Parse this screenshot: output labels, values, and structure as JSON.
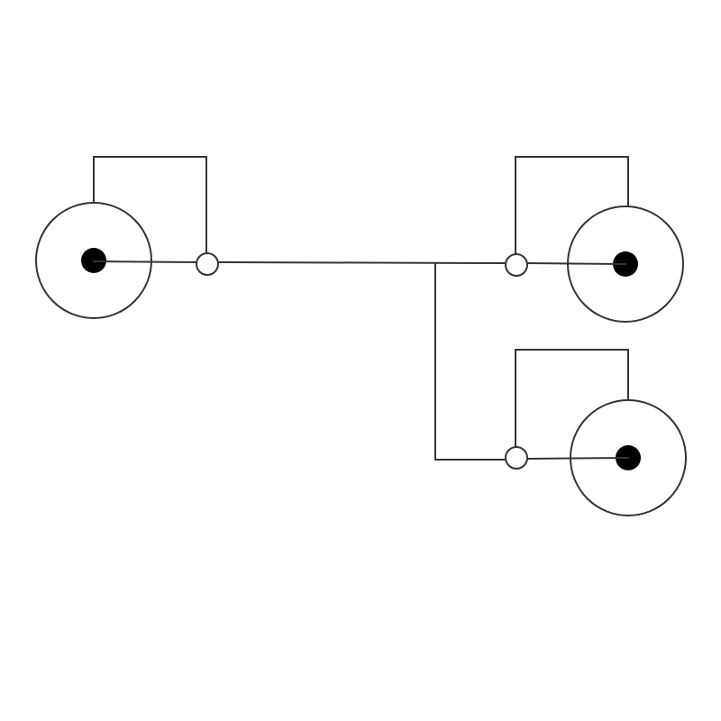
{
  "diagram": {
    "kind": "cable-wiring-schematic",
    "connector_icon": "rca-jack-icon",
    "node_icon": "contact-node-icon",
    "connectors": [
      {
        "id": "input-connector",
        "side": "left"
      },
      {
        "id": "output-connector-top",
        "side": "right"
      },
      {
        "id": "output-connector-bottom",
        "side": "right"
      }
    ],
    "colors": {
      "background": "#ffffff",
      "line": "#333333",
      "pin": "#000000"
    }
  }
}
